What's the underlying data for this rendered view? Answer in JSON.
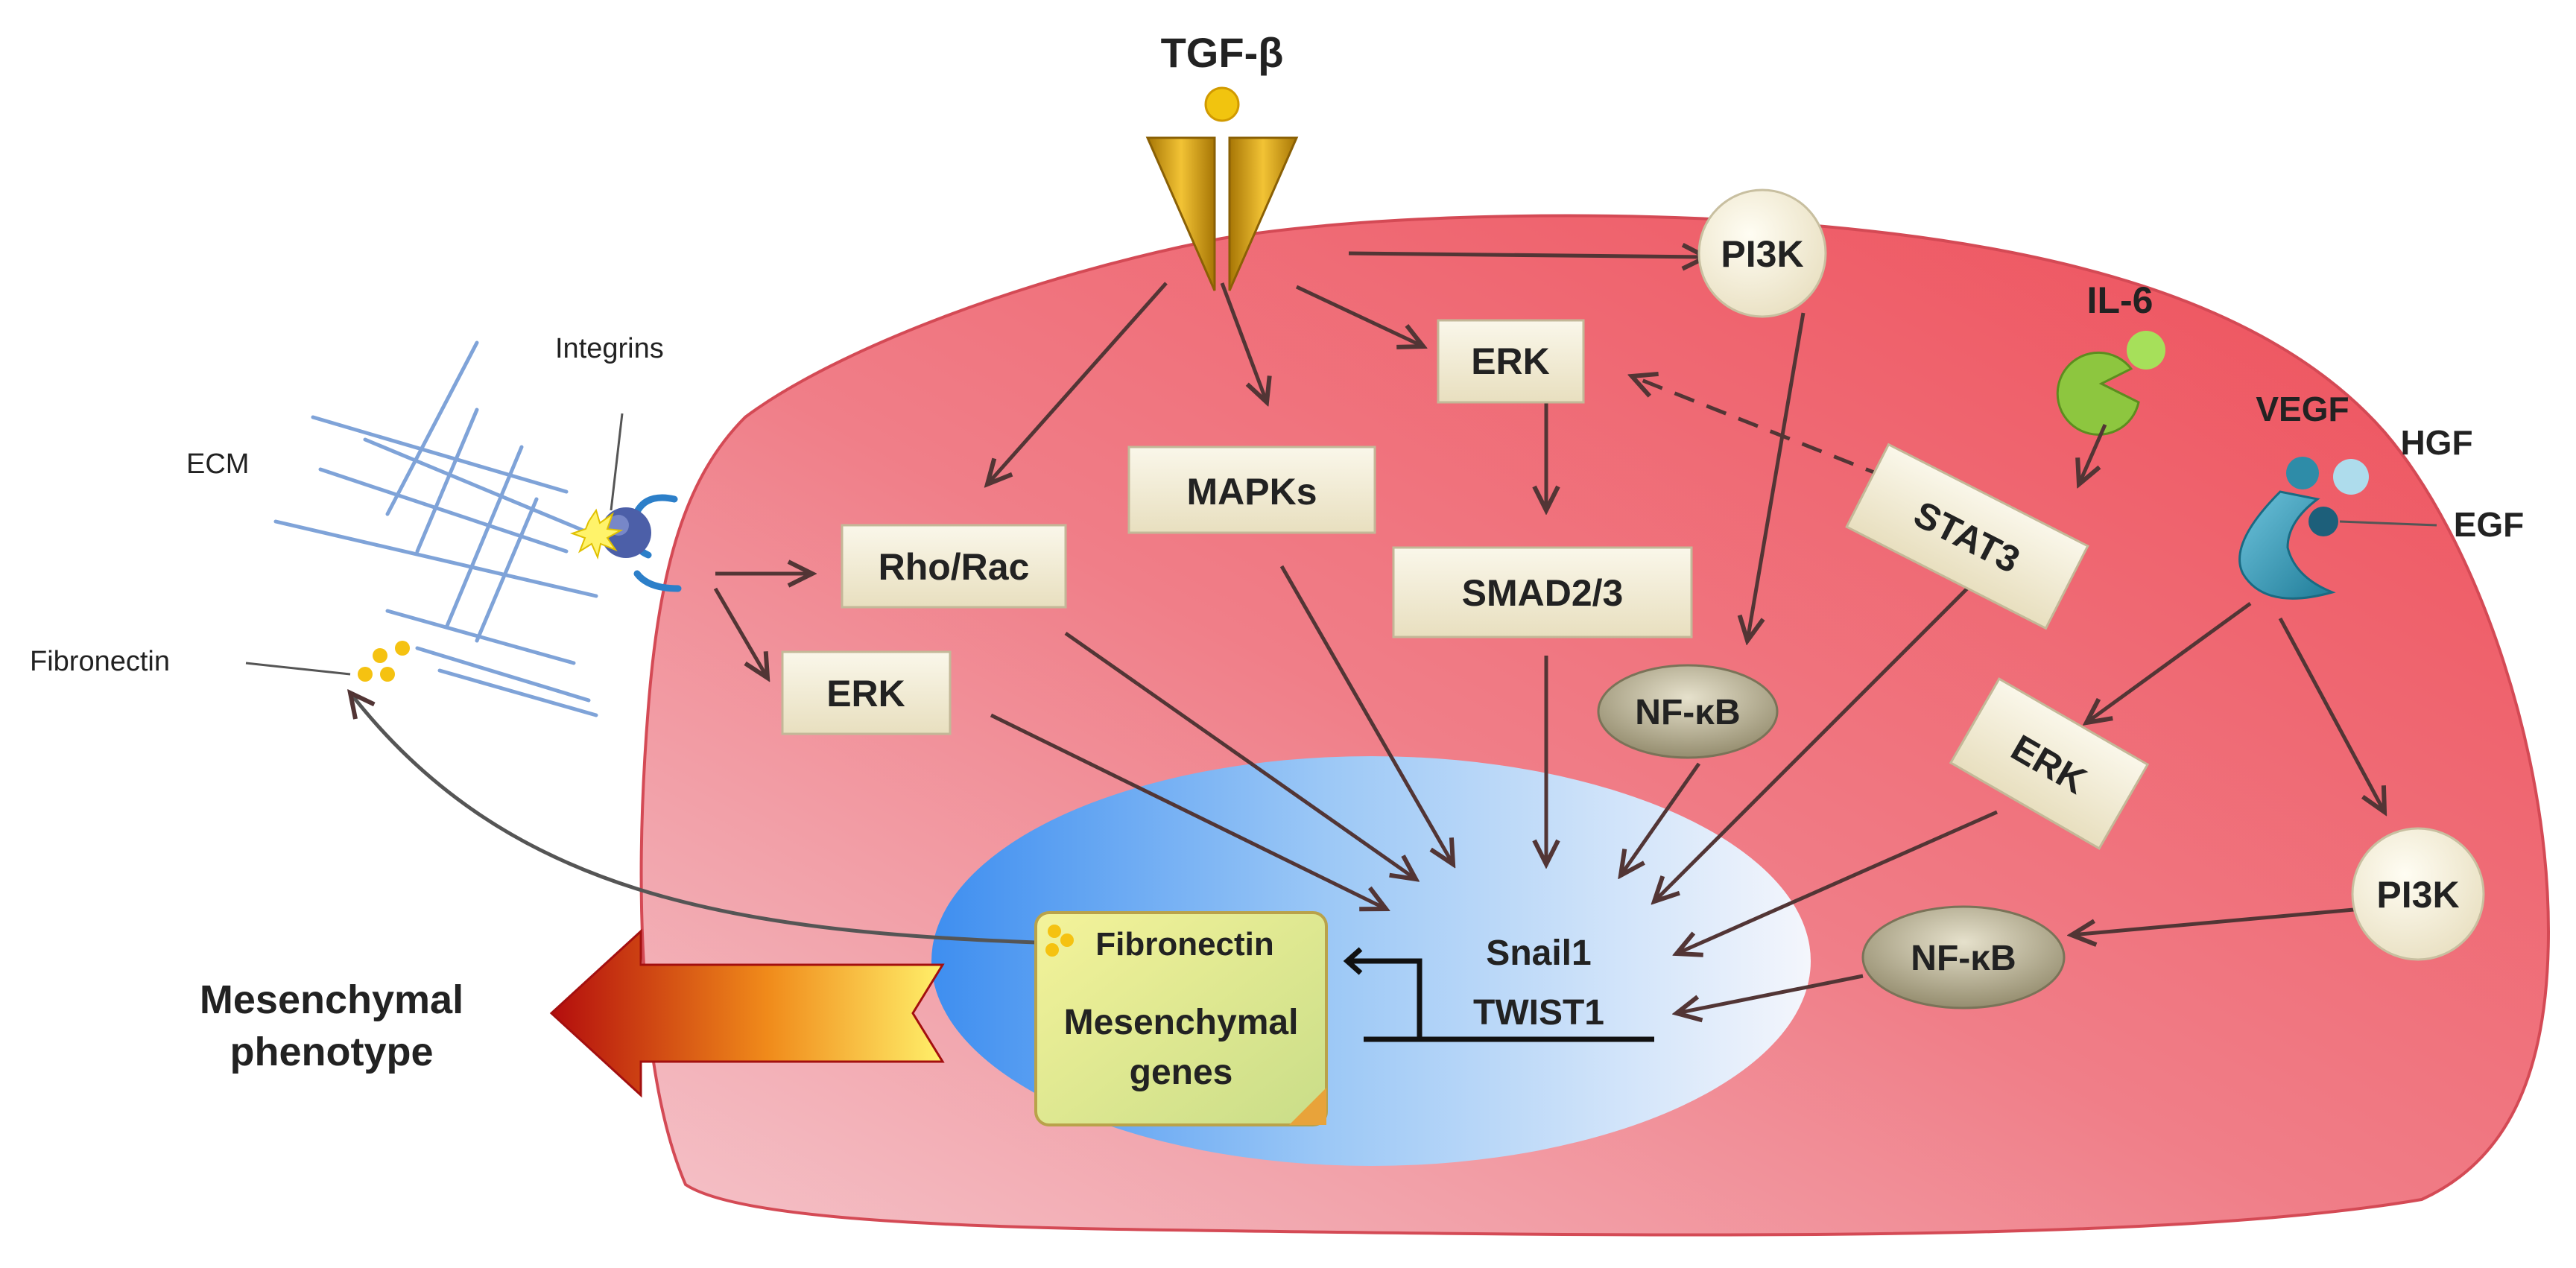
{
  "ligands": {
    "tgfb": "TGF-β",
    "il6": "IL-6",
    "vegf": "VEGF",
    "hgf": "HGF",
    "egf": "EGF"
  },
  "extracellular": {
    "integrins": "Integrins",
    "ecm": "ECM",
    "fibronectin": "Fibronectin"
  },
  "nodes": {
    "pi3k_top": "PI3K",
    "erk_center": "ERK",
    "mapks": "MAPKs",
    "rho_rac": "Rho/Rac",
    "erk_left": "ERK",
    "smad": "SMAD2/3",
    "stat3": "STAT3",
    "nfkb_center": "NF-κB",
    "erk_right": "ERK",
    "pi3k_right": "PI3K",
    "nfkb_right": "NF-κB"
  },
  "nucleus": {
    "snail": "Snail1",
    "twist": "TWIST1",
    "fibronectin": "Fibronectin",
    "genes_line1": "Mesenchymal",
    "genes_line2": "genes"
  },
  "outcome": {
    "line1": "Mesenchymal",
    "line2": "phenotype"
  },
  "colors": {
    "cell_red": "#ee5a64",
    "cell_pink": "#f2a9b0",
    "nucleus_blue": "#4f9ef2",
    "ecm_line": "#7fa3d8",
    "arrow": "#523535",
    "box_fill": "#f4efd8",
    "ligand_gold": "#f1c40f",
    "receptor_gold": "#c8960c",
    "il6_green": "#8dc63f",
    "gf_teal": "#2e8ca8"
  }
}
